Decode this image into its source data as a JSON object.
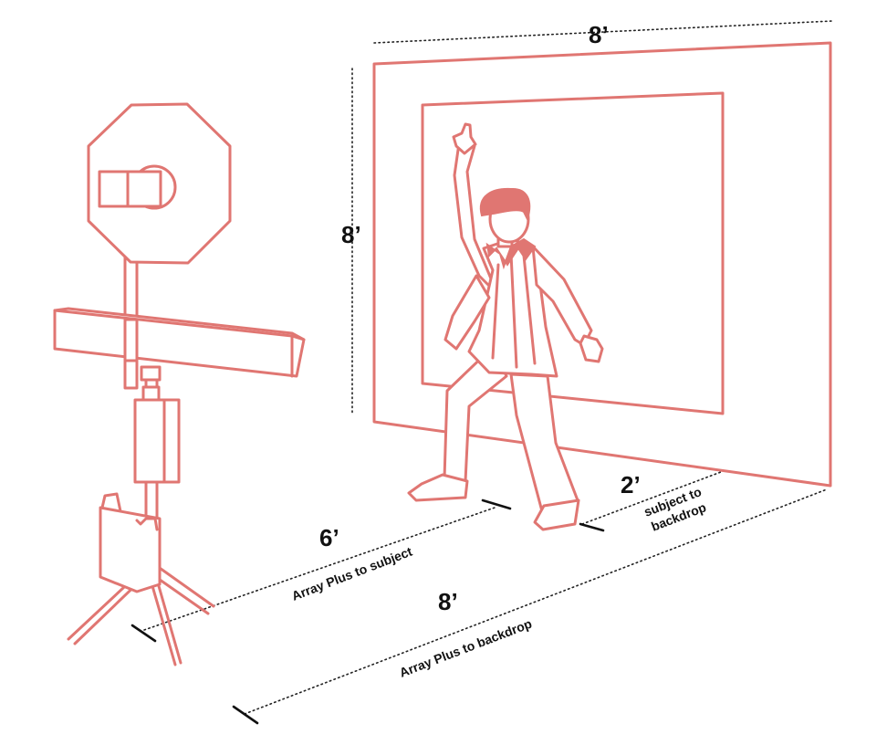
{
  "dimensions": {
    "backdrop_width": "8’",
    "backdrop_height": "8’",
    "subject_to_backdrop_value": "2’",
    "subject_to_backdrop_label_line1": "subject to",
    "subject_to_backdrop_label_line2": "backdrop",
    "array_to_subject_value": "6’",
    "array_to_subject_label": "Array Plus to subject",
    "array_to_backdrop_value": "8’",
    "array_to_backdrop_label": "Array Plus to backdrop"
  },
  "colors": {
    "illustration": "#E07672",
    "text": "#111111"
  }
}
